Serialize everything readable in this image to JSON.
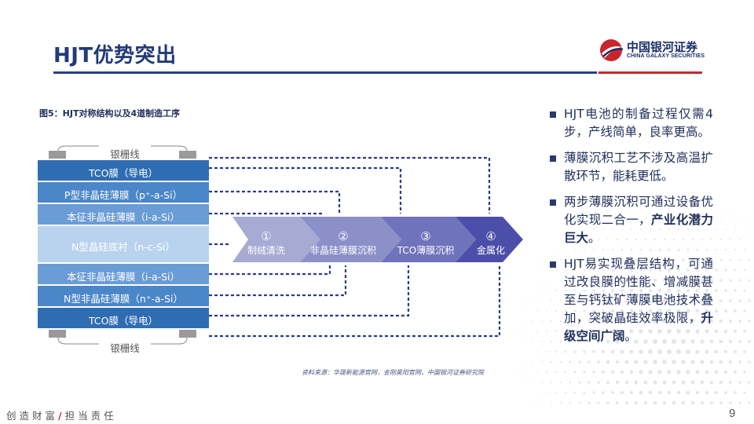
{
  "header": {
    "title": "HJT优势突出",
    "logo_cn": "中国银河证券",
    "logo_en": "CHINA GALAXY SECURITIES"
  },
  "figure": {
    "caption": "图5：HJT对称结构以及4道制造工序",
    "grid_line_label": "银栅线",
    "layers": [
      "TCO膜（导电）",
      "P型非晶硅薄膜（p⁺-a-Si）",
      "本征非晶硅薄膜（i-a-Si）",
      "N型晶硅底衬（n-c-Si）",
      "本征非晶硅薄膜（i-a-Si）",
      "N型非晶硅薄膜（n⁺-a-Si）",
      "TCO膜（导电）"
    ],
    "steps": [
      {
        "num": "①",
        "label": "制绒清洗"
      },
      {
        "num": "②",
        "label": "非晶硅薄膜沉积"
      },
      {
        "num": "③",
        "label": "TCO薄膜沉积"
      },
      {
        "num": "④",
        "label": "金属化"
      }
    ]
  },
  "bullets": [
    {
      "text": "HJT电池的制备过程仅需4步，产线简单，良率更高。",
      "bold": ""
    },
    {
      "text": "薄膜沉积工艺不涉及高温扩散环节，能耗更低。",
      "bold": ""
    },
    {
      "text": "两步薄膜沉积可通过设备优化实现二合一，",
      "bold": "产业化潜力巨大",
      "tail": "。"
    },
    {
      "text": "HJT易实现叠层结构，可通过改良膜的性能、增减膜甚至与钙钛矿薄膜电池技术叠加，突破晶硅效率极限，",
      "bold": "升级空间广阔",
      "tail": "。"
    }
  ],
  "source": "资料来源：华晟新能源官网，金刚昊阳官网，中国银河证券研究院",
  "footer": {
    "slogan_left": "创造财富",
    "slogan_slash": "/",
    "slogan_right": "担当责任",
    "page": "9"
  },
  "colors": {
    "brand_blue": "#26408b",
    "brand_red": "#c8262c",
    "layer_dark": "#2f6db3",
    "layer_mid": "#4b86c9",
    "layer_light": "#b9d3ee",
    "step1": "#a7aad2",
    "step2": "#8c90c8",
    "step3": "#6f73bb",
    "step4": "#4b4fa9"
  }
}
